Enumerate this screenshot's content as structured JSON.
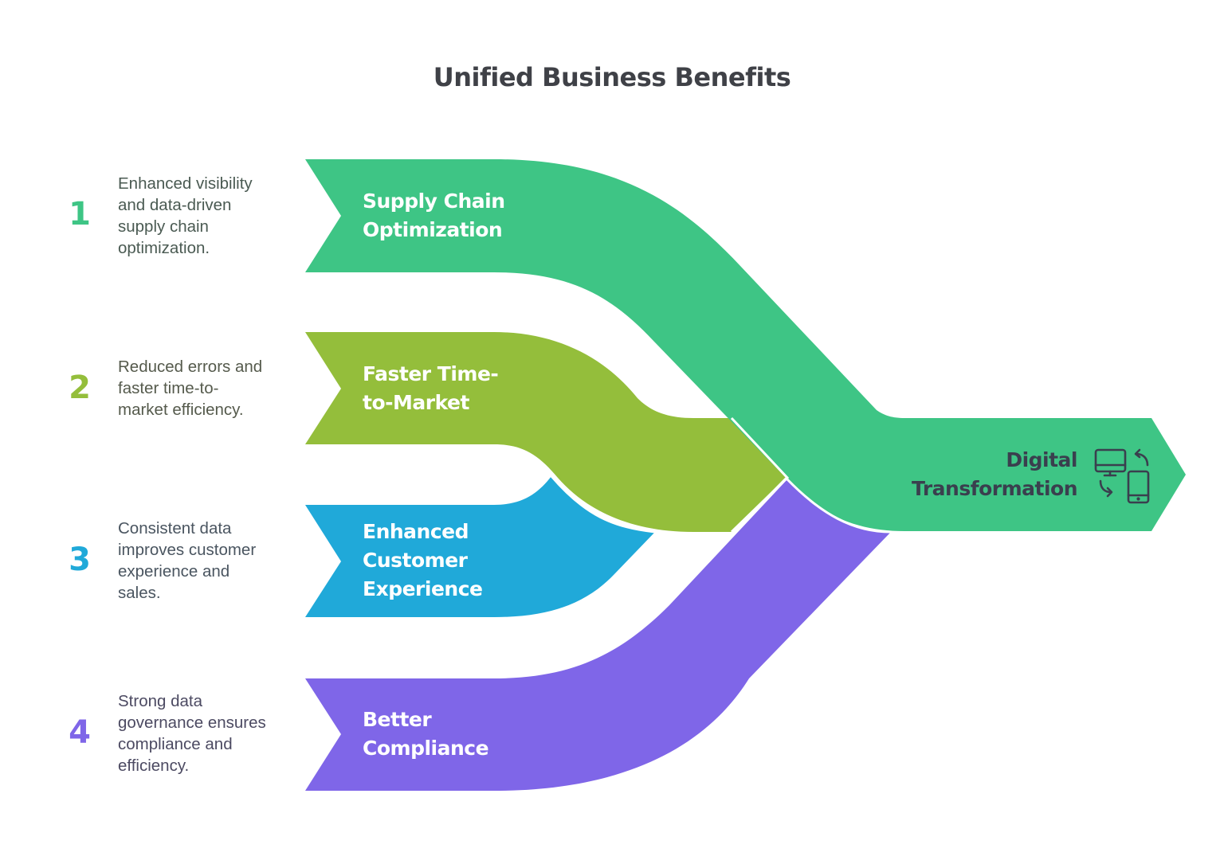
{
  "title": "Unified Business Benefits",
  "colors": {
    "supply_chain": "#3ec585",
    "time_to_market": "#94be3b",
    "customer_experience": "#20a9d9",
    "compliance": "#7f66e8",
    "title_text": "#3f4147",
    "output_text": "#3a3f4e"
  },
  "items": [
    {
      "number": "1",
      "label": "Supply Chain Optimization",
      "label_lines": [
        "Supply Chain",
        "Optimization"
      ],
      "description": "Enhanced visibility and data-driven supply chain optimization.",
      "desc_lines": [
        "Enhanced visibility",
        "and data-driven",
        "supply chain",
        "optimization."
      ],
      "color": "#3ec585",
      "desc_color": "#4a5a52"
    },
    {
      "number": "2",
      "label": "Faster Time-to-Market",
      "label_lines": [
        "Faster Time-",
        "to-Market"
      ],
      "description": "Reduced errors and faster time-to-market efficiency.",
      "desc_lines": [
        "Reduced errors and",
        "faster time-to-",
        "market efficiency."
      ],
      "color": "#94be3b",
      "desc_color": "#555a4c"
    },
    {
      "number": "3",
      "label": "Enhanced Customer Experience",
      "label_lines": [
        "Enhanced",
        "Customer",
        "Experience"
      ],
      "description": "Consistent data improves customer experience and sales.",
      "desc_lines": [
        "Consistent data",
        "improves customer",
        "experience and",
        "sales."
      ],
      "color": "#20a9d9",
      "desc_color": "#4a5560"
    },
    {
      "number": "4",
      "label": "Better Compliance",
      "label_lines": [
        "Better",
        "Compliance"
      ],
      "description": "Strong data governance ensures compliance and efficiency.",
      "desc_lines": [
        "Strong data",
        "governance ensures",
        "compliance and",
        "efficiency."
      ],
      "color": "#7f66e8",
      "desc_color": "#4c4a62"
    }
  ],
  "output": {
    "label": "Digital Transformation",
    "label_lines": [
      "Digital",
      "Transformation"
    ],
    "icon": "device-sync-icon"
  }
}
